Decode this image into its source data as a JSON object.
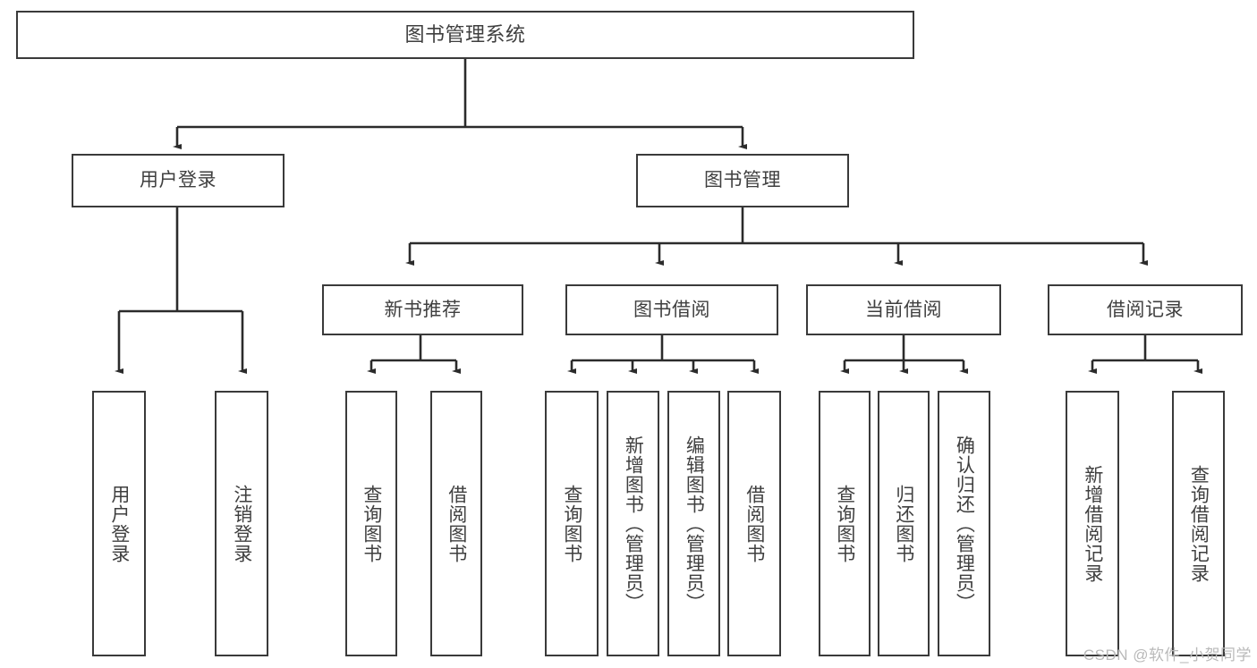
{
  "diagram": {
    "type": "tree-hierarchy-diagram",
    "title": "图书管理系统",
    "colors": {
      "box_border": "#3a3a3a",
      "box_fill": "#ffffff",
      "text": "#3f3f3f",
      "edge": "#2b2b2b",
      "watermark": "#b9b9b9",
      "background": "#ffffff"
    },
    "root": {
      "label": "图书管理系统"
    },
    "level2": [
      {
        "label": "用户登录"
      },
      {
        "label": "图书管理"
      }
    ],
    "level3": [
      {
        "label": "新书推荐"
      },
      {
        "label": "图书借阅"
      },
      {
        "label": "当前借阅"
      },
      {
        "label": "借阅记录"
      }
    ],
    "leaves": {
      "user_login": [
        {
          "label": "用户登录"
        },
        {
          "label": "注销登录"
        }
      ],
      "new_book_recommend": [
        {
          "label": "查询图书"
        },
        {
          "label": "借阅图书"
        }
      ],
      "book_borrow": [
        {
          "label": "查询图书"
        },
        {
          "label": "新增图书（管理员）"
        },
        {
          "label": "编辑图书（管理员）"
        },
        {
          "label": "借阅图书"
        }
      ],
      "current_borrow": [
        {
          "label": "查询图书"
        },
        {
          "label": "归还图书"
        },
        {
          "label": "确认归还（管理员）"
        }
      ],
      "borrow_record": [
        {
          "label": "新增借阅记录"
        },
        {
          "label": "查询借阅记录"
        }
      ]
    }
  },
  "watermark": {
    "text": "CSDN @软件_小贺同学"
  }
}
